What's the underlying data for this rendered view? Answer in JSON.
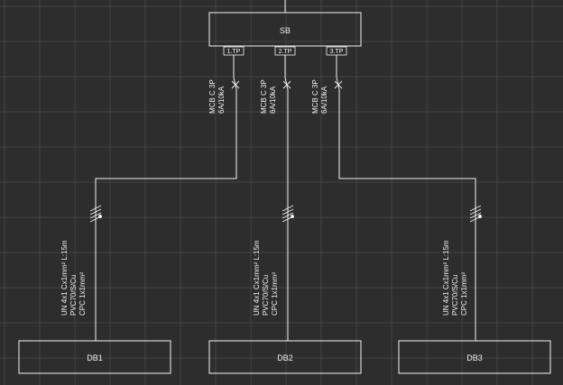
{
  "diagram": {
    "source_board": {
      "label": "SB"
    },
    "outgoing_ways": [
      {
        "tag": "1.TP",
        "breaker_line1": "MCB C 3P",
        "breaker_line2": "6A/10kA"
      },
      {
        "tag": "2.TP",
        "breaker_line1": "MCB C 3P",
        "breaker_line2": "6A/10kA"
      },
      {
        "tag": "3.TP",
        "breaker_line1": "MCB C 3P",
        "breaker_line2": "6A/10kA"
      }
    ],
    "cables": [
      {
        "line1": "UN 4x1 Cx1mm² L:15m",
        "line2": "PVC70/S/Cu",
        "line3": "CPC 1x1mm²"
      },
      {
        "line1": "UN 4x1 Cx1mm² L:15m",
        "line2": "PVC70/S/Cu",
        "line3": "CPC 1x1mm²"
      },
      {
        "line1": "UN 4x1 Cx1mm² L:15m",
        "line2": "PVC70/S/Cu",
        "line3": "CPC 1x1mm²"
      }
    ],
    "distribution_boards": [
      {
        "label": "DB1"
      },
      {
        "label": "DB2"
      },
      {
        "label": "DB3"
      }
    ],
    "colors": {
      "background": "#2d2d2d",
      "grid": "#444444",
      "line": "#f2f2f2"
    }
  }
}
